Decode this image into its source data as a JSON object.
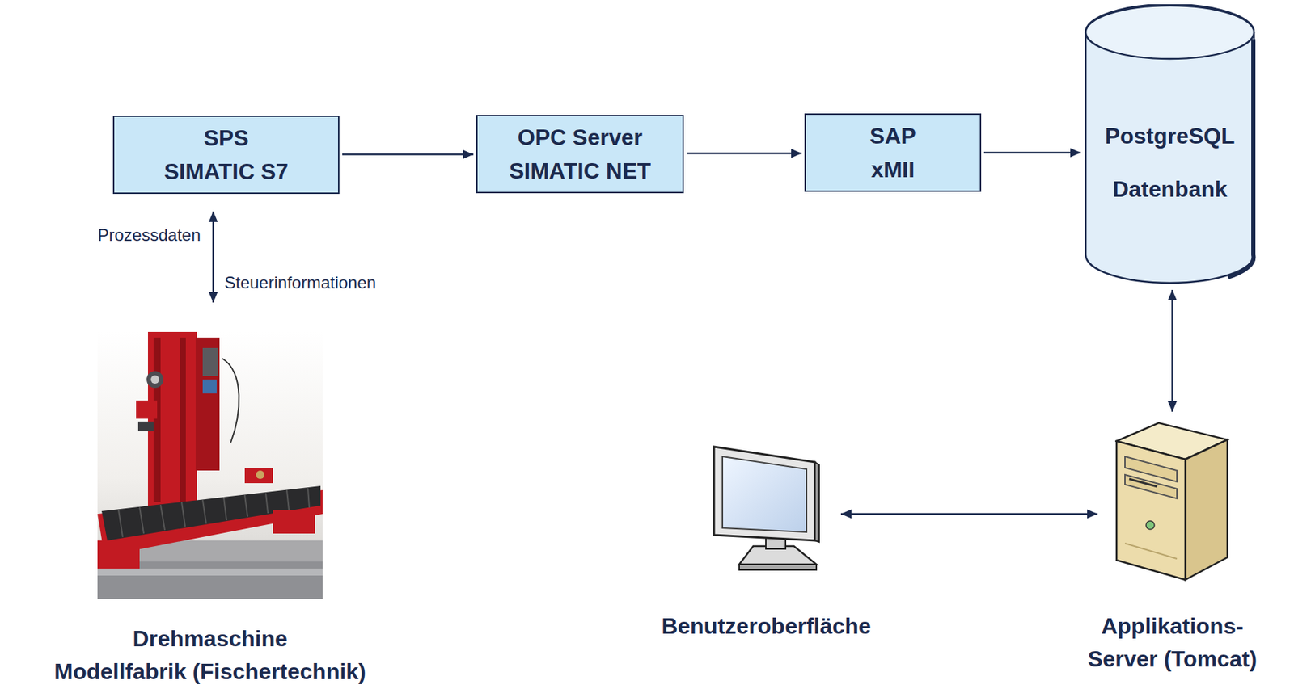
{
  "diagram": {
    "nodes": [
      {
        "text": [
          "SPS SIMATIC S7"
        ]
      },
      {
        "text": [
          "OPC Server SIMATIC NET"
        ]
      },
      {
        "text": [
          "SAP xMII"
        ]
      },
      {
        "text": [
          "PostgreSQL Datenbank"
        ]
      },
      {
        "text": [
          "Drehmaschine Modellfabrik (Fischertechnik)"
        ]
      },
      {
        "text": [
          "Benutzeroberfläche"
        ]
      },
      {
        "text": [
          "Applikations- Server (Tomcat)"
        ]
      }
    ],
    "edges": [
      {
        "from": 0,
        "to": 1,
        "arrow": "to"
      },
      {
        "from": 1,
        "to": 2,
        "arrow": "to"
      },
      {
        "from": 2,
        "to": 3,
        "arrow": "to"
      },
      {
        "from": 0,
        "to": 4,
        "arrow": "both",
        "label": "Prozessdaten"
      },
      {
        "from": 3,
        "to": 6,
        "arrow": "both"
      },
      {
        "from": 5,
        "to": 6,
        "arrow": "both"
      }
    ],
    "labels": [
      "Steuerinformationen"
    ]
  }
}
